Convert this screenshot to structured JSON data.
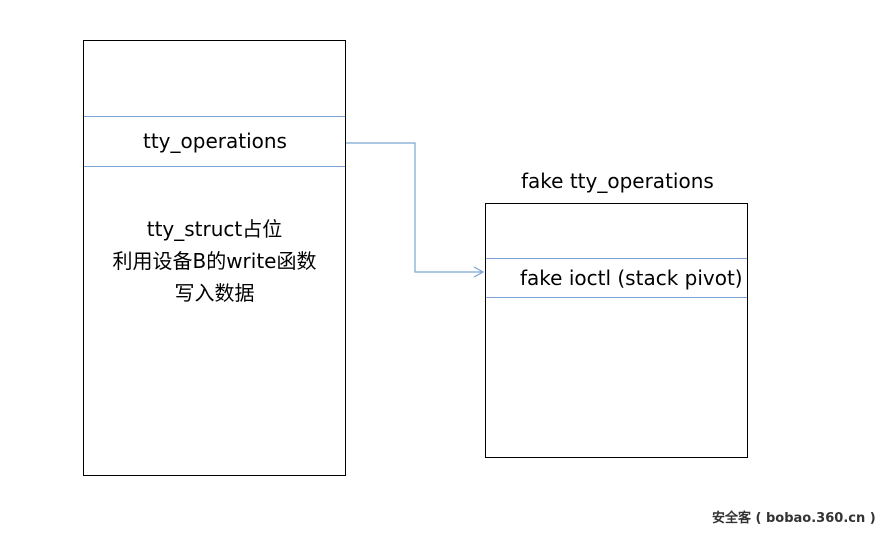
{
  "left_block": {
    "field_label": "tty_operations",
    "body_lines": [
      "tty_struct占位",
      "利用设备B的write函数",
      "写入数据"
    ]
  },
  "right_block": {
    "title": "fake tty_operations",
    "field_label": "fake ioctl (stack pivot)"
  },
  "watermark": "安全客 ( bobao.360.cn )",
  "colors": {
    "divider": "#7aa3d4",
    "arrow": "#7aa3d4",
    "border": "#000000"
  }
}
